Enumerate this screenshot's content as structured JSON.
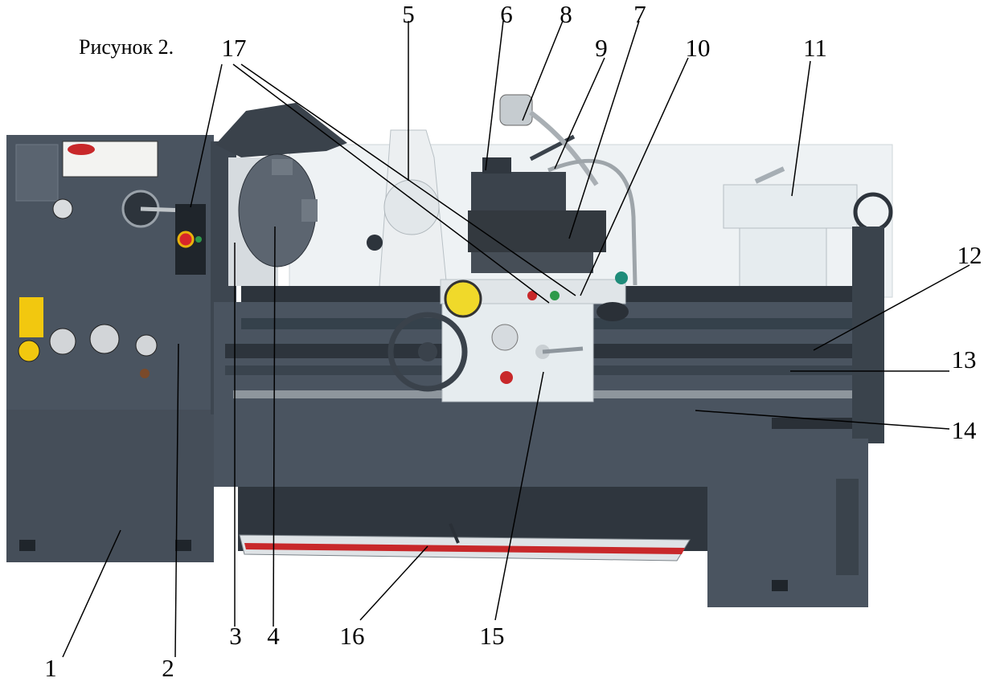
{
  "figure": {
    "caption": "Рисунок 2.",
    "labels": [
      "1",
      "2",
      "3",
      "4",
      "5",
      "6",
      "7",
      "8",
      "9",
      "10",
      "11",
      "12",
      "13",
      "14",
      "15",
      "16",
      "17"
    ]
  },
  "colors": {
    "machine_body": "#4a5460",
    "machine_dark": "#2d343c",
    "light_parts": "#e6ecef",
    "backsplash": "#eef2f4",
    "tray_stripe": "#c8282a",
    "rod_steel": "#8e969d",
    "handle_red": "#c8282a",
    "lamp_green": "#2e9a4a"
  }
}
